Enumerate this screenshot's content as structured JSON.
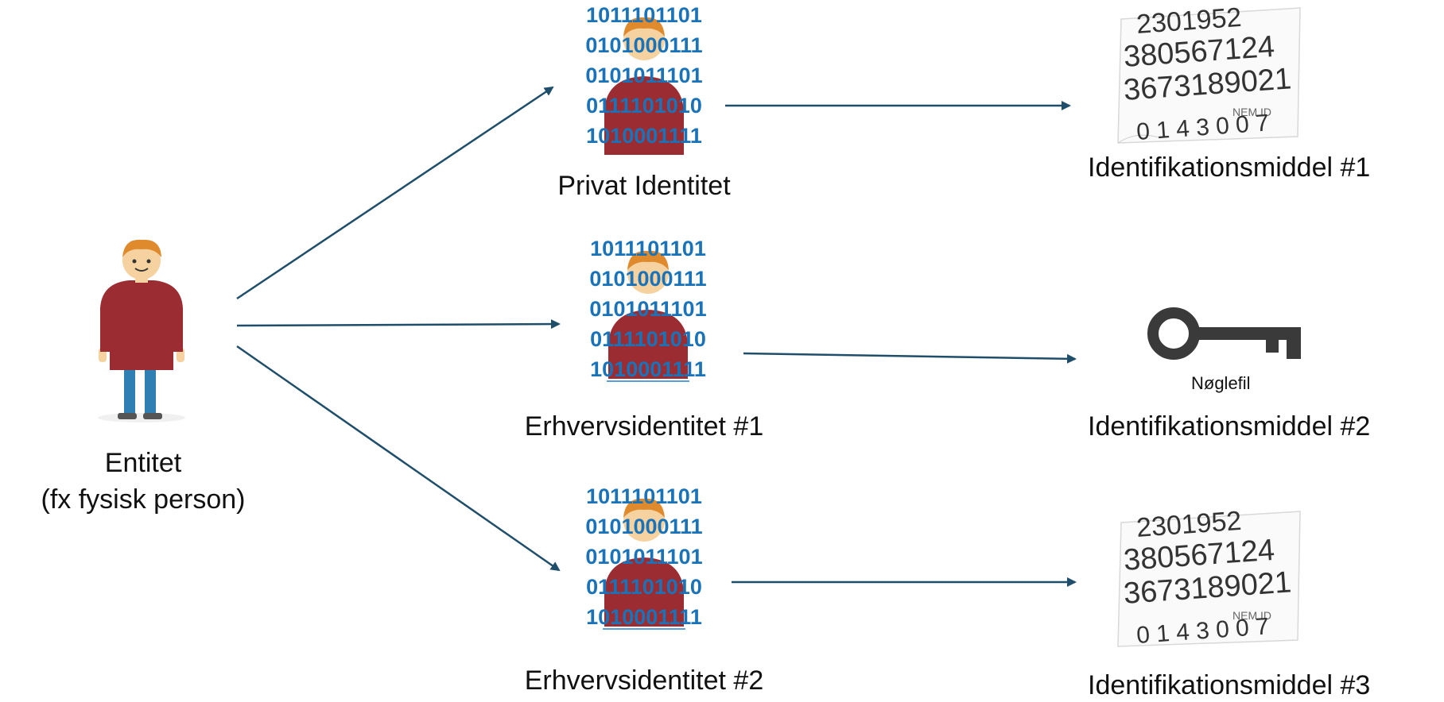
{
  "entity": {
    "label_line1": "Entitet",
    "label_line2": "(fx fysisk person)"
  },
  "identities": [
    {
      "label": "Privat Identitet",
      "binary": [
        "1011101101",
        "0101000111",
        "0101011101",
        "0111101010",
        "1010001111"
      ]
    },
    {
      "label": "Erhvervsidentitet  #1",
      "binary": [
        "1011101101",
        "0101000111",
        "0101011101",
        "0111101010",
        "1010001111"
      ]
    },
    {
      "label": "Erhvervsidentitet  #2",
      "binary": [
        "1011101101",
        "0101000111",
        "0101011101",
        "0111101010",
        "1010001111"
      ]
    }
  ],
  "means": [
    {
      "label": "Identifikationsmiddel  #1",
      "card_brand": "NEM ID"
    },
    {
      "label": "Identifikationsmiddel  #2",
      "key_label": "Nøglefil"
    },
    {
      "label": "Identifikationsmiddel  #3",
      "card_brand": "NEM ID"
    }
  ],
  "colors": {
    "arrow": "#1f4e6b",
    "bits": "#1a73b8",
    "shirt": "#9b2c32",
    "skin": "#f5d29f",
    "hair": "#e08a2e",
    "pants": "#2f7fb3",
    "key": "#3a3a3a"
  }
}
